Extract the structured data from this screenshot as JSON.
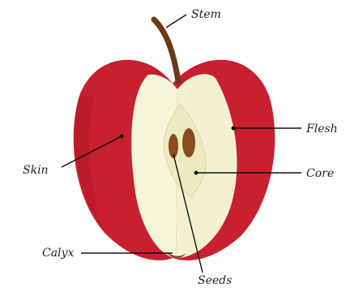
{
  "labels": {
    "stem": "Stem",
    "flesh": "Flesh",
    "skin": "Skin",
    "core": "Core",
    "calyx": "Calyx",
    "seeds": "Seeds"
  },
  "colors": {
    "skin": "#c8202f",
    "skin_shadow": "#a8141f",
    "flesh": "#f7f5d9",
    "flesh_shade": "#ecebc6",
    "core": "#efeec7",
    "seed": "#8a4b22",
    "stem": "#6b3a16",
    "leader": "#111111"
  }
}
